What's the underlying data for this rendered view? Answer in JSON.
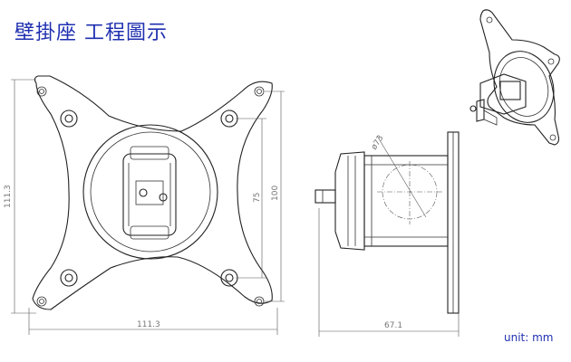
{
  "title": "壁掛座 工程圖示",
  "unit": "unit: mm",
  "dimensions": {
    "front_width": "111.3",
    "front_height": "111.3",
    "hole_spacing_small": "75",
    "hole_spacing_large": "100",
    "side_depth": "67.1",
    "circle_diameter": "ø73"
  }
}
